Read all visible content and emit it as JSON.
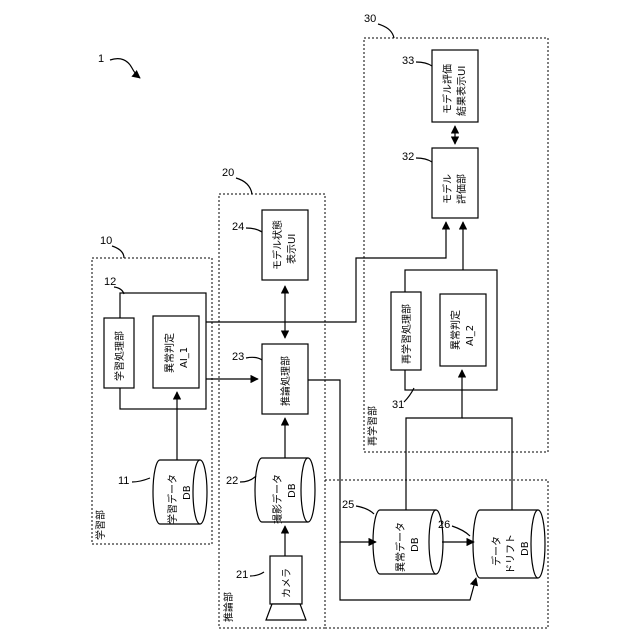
{
  "figure_number": "1",
  "sections": {
    "learning": {
      "ref": "10",
      "label": "学習部"
    },
    "inference": {
      "ref": "20",
      "label": "推論部"
    },
    "relearning": {
      "ref": "30",
      "label": "再学習部"
    }
  },
  "blocks": {
    "learning_processing": {
      "ref": "12",
      "label": "学習処理部"
    },
    "anomaly_ai1": {
      "line1": "異常判定",
      "line2": "AI_1"
    },
    "learning_db": {
      "ref": "11",
      "line1": "学習データ",
      "line2": "DB"
    },
    "model_status_ui": {
      "ref": "24",
      "line1": "モデル状態",
      "line2": "表示UI"
    },
    "inference_processing": {
      "ref": "23",
      "label": "推論処理部"
    },
    "capture_db": {
      "ref": "22",
      "line1": "撮影データ",
      "line2": "DB"
    },
    "camera": {
      "ref": "21",
      "label": "カメラ"
    },
    "anomaly_db": {
      "ref": "25",
      "line1": "異常データ",
      "line2": "DB"
    },
    "drift_db": {
      "ref": "26",
      "line1": "データ",
      "line2": "ドリフト",
      "line3": "DB"
    },
    "model_eval_ui": {
      "ref": "33",
      "line1": "モデル評価",
      "line2": "結果表示UI"
    },
    "model_eval": {
      "ref": "32",
      "line1": "モデル",
      "line2": "評価部"
    },
    "relearning_processing": {
      "ref": "31",
      "label": "再学習処理部"
    },
    "anomaly_ai2": {
      "line1": "異常判定",
      "line2": "AI_2"
    }
  }
}
